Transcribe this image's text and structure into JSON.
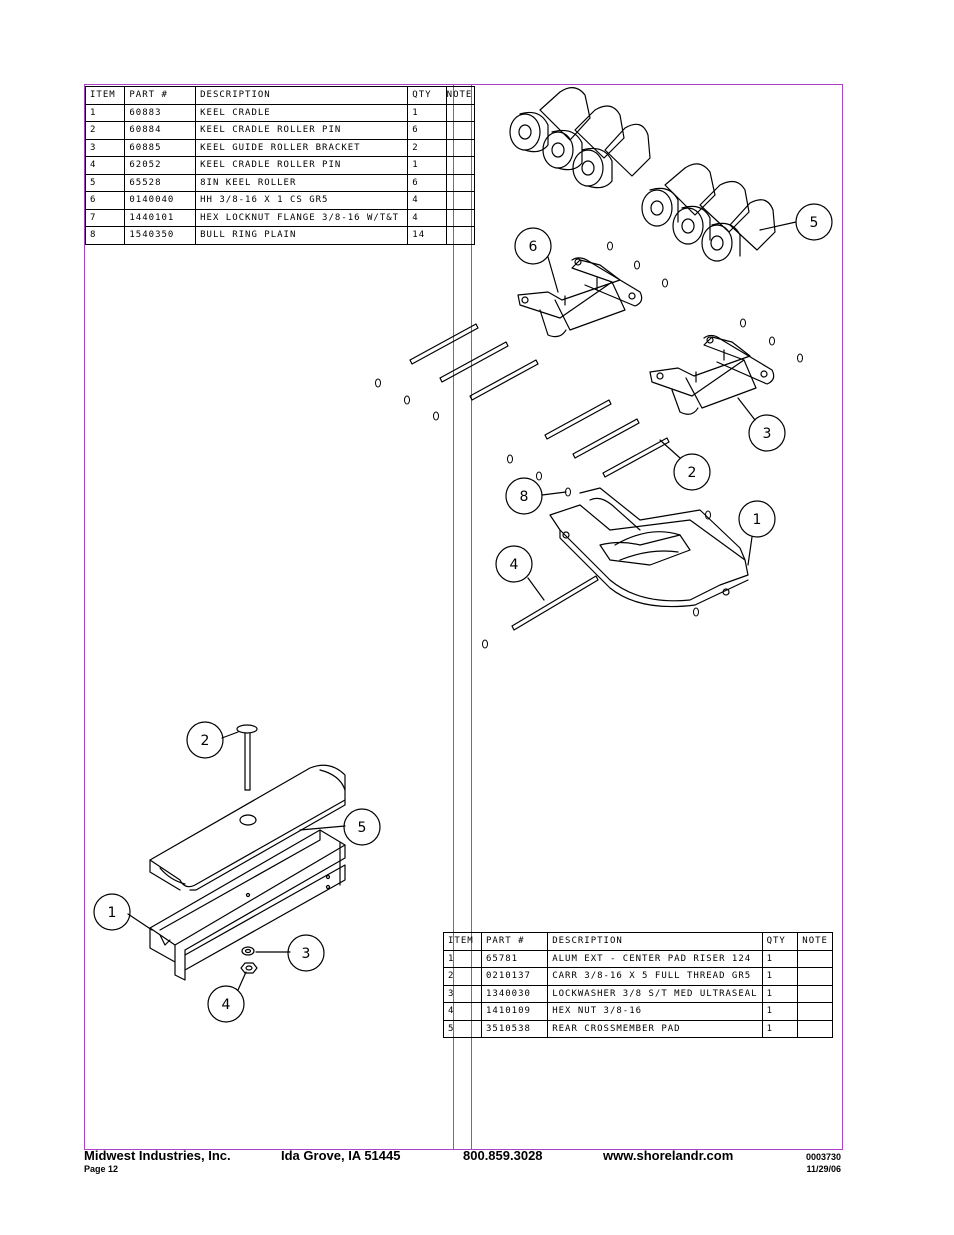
{
  "top_table": {
    "headers": [
      "ITEM",
      "PART #",
      "DESCRIPTION",
      "QTY",
      "NOTE"
    ],
    "rows": [
      {
        "item": "1",
        "part": "60883",
        "description": "KEEL CRADLE",
        "qty": "1",
        "note": ""
      },
      {
        "item": "2",
        "part": "60884",
        "description": "KEEL CRADLE ROLLER PIN",
        "qty": "6",
        "note": ""
      },
      {
        "item": "3",
        "part": "60885",
        "description": "KEEL GUIDE ROLLER BRACKET",
        "qty": "2",
        "note": ""
      },
      {
        "item": "4",
        "part": "62052",
        "description": "KEEL CRADLE ROLLER PIN",
        "qty": "1",
        "note": ""
      },
      {
        "item": "5",
        "part": "65528",
        "description": "8IN KEEL ROLLER",
        "qty": "6",
        "note": ""
      },
      {
        "item": "6",
        "part": "0140040",
        "description": "HH 3/8-16 X 1 CS GR5",
        "qty": "4",
        "note": ""
      },
      {
        "item": "7",
        "part": "1440101",
        "description": "HEX LOCKNUT FLANGE 3/8-16 W/T&T",
        "qty": "4",
        "note": ""
      },
      {
        "item": "8",
        "part": "1540350",
        "description": "BULL RING PLAIN",
        "qty": "14",
        "note": ""
      }
    ]
  },
  "bottom_table": {
    "headers": [
      "ITEM",
      "PART #",
      "DESCRIPTION",
      "QTY",
      "NOTE"
    ],
    "rows": [
      {
        "item": "1",
        "part": "65781",
        "description": "ALUM EXT - CENTER PAD RISER 124",
        "qty": "1",
        "note": ""
      },
      {
        "item": "2",
        "part": "0210137",
        "description": "CARR 3/8-16 X 5 FULL THREAD GR5",
        "qty": "1",
        "note": ""
      },
      {
        "item": "3",
        "part": "1340030",
        "description": "LOCKWASHER 3/8 S/T MED ULTRASEAL",
        "qty": "1",
        "note": ""
      },
      {
        "item": "4",
        "part": "1410109",
        "description": "HEX NUT 3/8-16",
        "qty": "1",
        "note": ""
      },
      {
        "item": "5",
        "part": "3510538",
        "description": "REAR CROSSMEMBER PAD",
        "qty": "1",
        "note": ""
      }
    ]
  },
  "upper_callouts": [
    "5",
    "6",
    "3",
    "2",
    "8",
    "1",
    "4"
  ],
  "lower_callouts": [
    "2",
    "5",
    "1",
    "3",
    "4"
  ],
  "footer": {
    "company": "Midwest Industries, Inc.",
    "city": "Ida Grove, IA  51445",
    "phone": "800.859.3028",
    "website": "www.shorelandr.com",
    "doc_number": "0003730",
    "page": "Page 12",
    "date": "11/29/06"
  },
  "colors": {
    "frame": "#b040c8",
    "ink": "#000000"
  }
}
